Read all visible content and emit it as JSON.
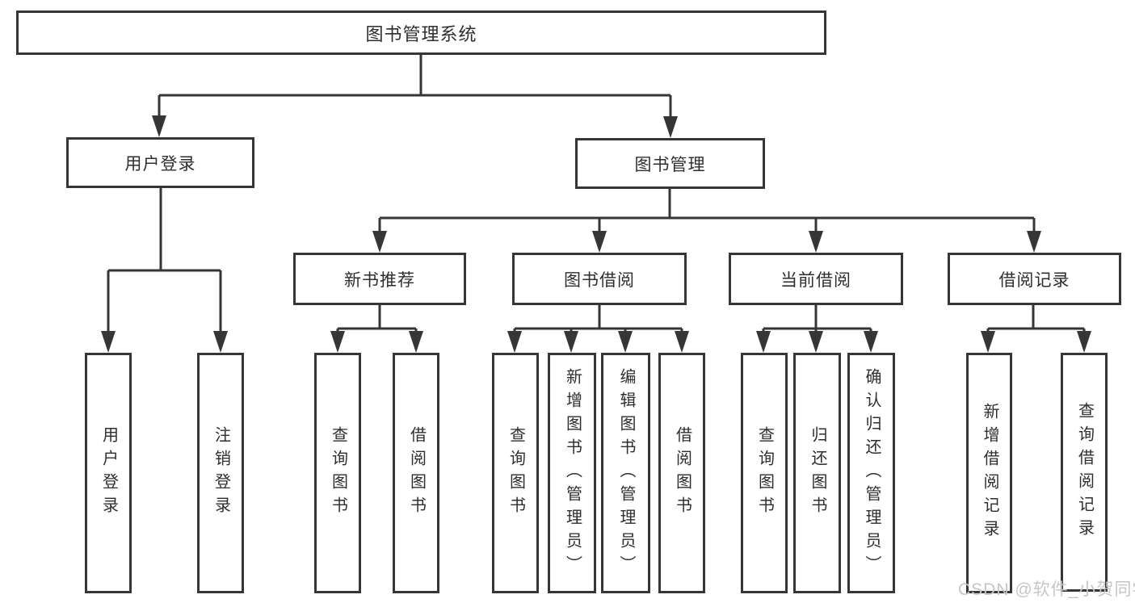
{
  "diagram": {
    "type": "hierarchy-tree",
    "background": "#ffffff",
    "colors": {
      "line": "#363636",
      "box_border": "#363636",
      "box_fill": "#ffffff",
      "text": "#2e2e2e",
      "watermark": "#c6c6c6"
    }
  },
  "tree": {
    "label": "图书管理系统",
    "children": [
      {
        "label": "用户登录",
        "children": [
          {
            "label": "用户登录"
          },
          {
            "label": "注销登录"
          }
        ]
      },
      {
        "label": "图书管理",
        "children": [
          {
            "label": "新书推荐",
            "children": [
              {
                "label": "查询图书"
              },
              {
                "label": "借阅图书"
              }
            ]
          },
          {
            "label": "图书借阅",
            "children": [
              {
                "label": "查询图书"
              },
              {
                "label": "新增图书（管理员）"
              },
              {
                "label": "编辑图书（管理员）"
              },
              {
                "label": "借阅图书"
              }
            ]
          },
          {
            "label": "当前借阅",
            "children": [
              {
                "label": "查询图书"
              },
              {
                "label": "归还图书"
              },
              {
                "label": "确认归还（管理员）"
              }
            ]
          },
          {
            "label": "借阅记录",
            "children": [
              {
                "label": "新增借阅记录"
              },
              {
                "label": "查询借阅记录"
              }
            ]
          }
        ]
      }
    ]
  },
  "watermark": {
    "text": "CSDN @软件_小贺同学"
  }
}
